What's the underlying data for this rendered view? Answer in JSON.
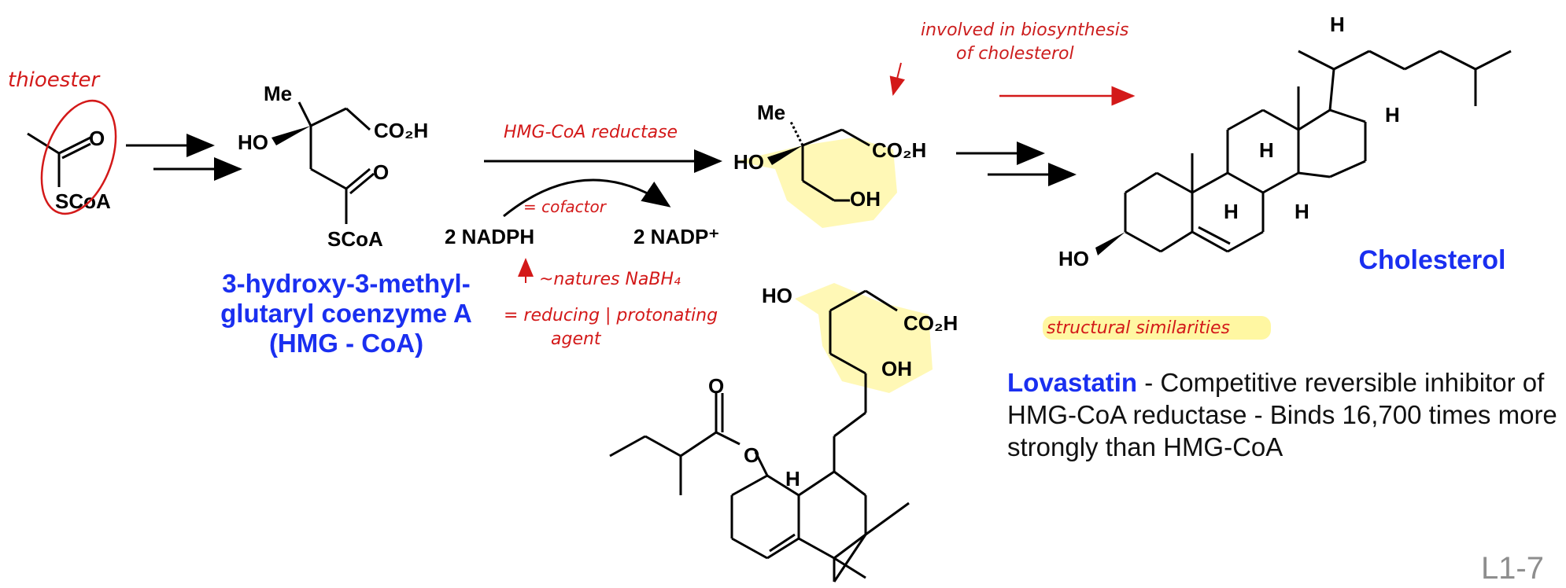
{
  "labels": {
    "me": "Me",
    "ho": "HO",
    "oh": "OH",
    "co2h": "CO₂H",
    "o": "O",
    "scoa": "SCoA",
    "h": "H",
    "nadph": "2 NADPH",
    "nadp": "2 NADP⁺"
  },
  "compounds": {
    "hmg_coa_line1": "3-hydroxy-3-methyl-",
    "hmg_coa_line2": "glutaryl coenzyme A",
    "hmg_coa_line3": "(HMG - CoA)",
    "cholesterol": "Cholesterol"
  },
  "annotations": {
    "thioester": "thioester",
    "enzyme": "HMG-CoA reductase",
    "cofactor": "= cofactor",
    "natures": "~natures NaBH₄",
    "reducing1": "= reducing | protonating",
    "reducing2": "agent",
    "involved1": "involved in biosynthesis",
    "involved2": "of cholesterol",
    "similarities": "structural similarities"
  },
  "lovastatin": {
    "name": "Lovastatin",
    "description": " - Competitive reversible inhibitor of HMG-CoA reductase - Binds 16,700 times more strongly than HMG-CoA"
  },
  "slide_number": "L1-7",
  "colors": {
    "annotation_red": "#d31919",
    "highlight_yellow": "#fff37a",
    "name_blue": "#1a2ff0"
  }
}
